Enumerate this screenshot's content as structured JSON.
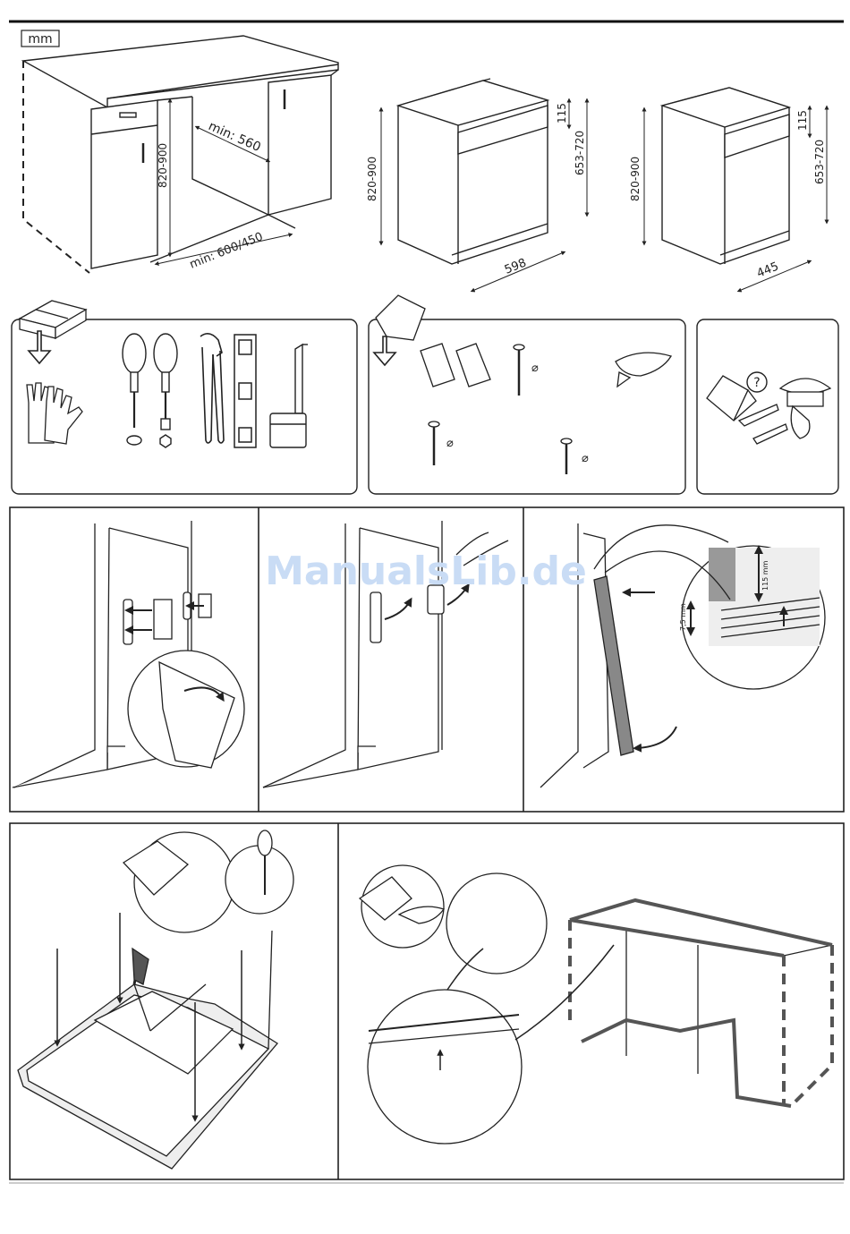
{
  "units_label": "mm",
  "watermark": "ManualsLib.de",
  "niche": {
    "height": "820-900",
    "depth": "min: 560",
    "width": "min: 600/450"
  },
  "appliance_wide": {
    "height": "820-900",
    "panel": "115",
    "door": "653-720",
    "width": "598"
  },
  "appliance_narrow": {
    "height": "820-900",
    "panel": "115",
    "door": "653-720",
    "width": "445"
  },
  "trim_detail": {
    "gap": "7,5 mm",
    "height": "115 mm"
  },
  "screw_symbol": "⌀",
  "help_symbol": "?"
}
